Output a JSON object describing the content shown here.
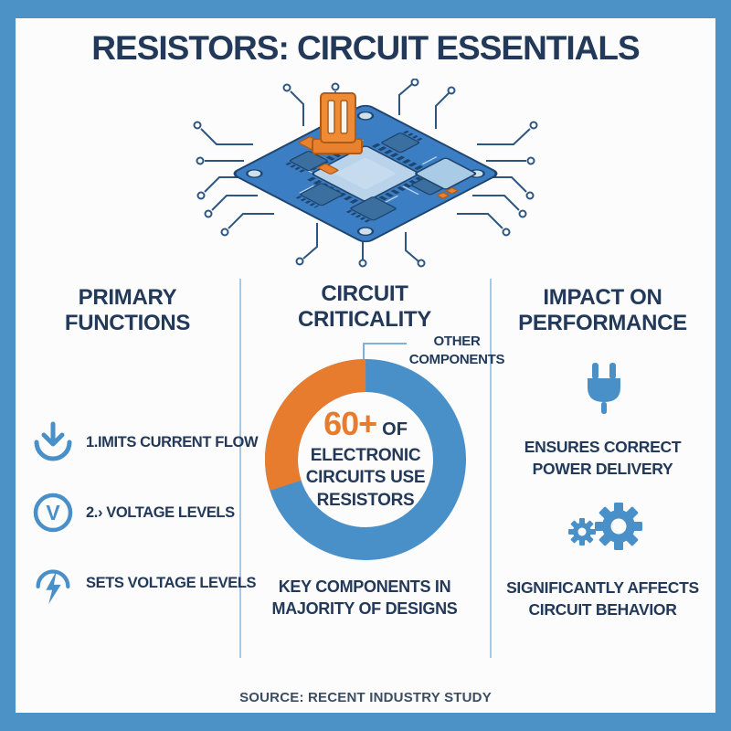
{
  "title": "RESISTORS: CIRCUIT ESSENTIALS",
  "theme": {
    "frame": "#4d92c7",
    "panel": "#fcfcfc",
    "navy": "#22395a",
    "blue": "#4a90c8",
    "orange": "#e87c2e",
    "divider": "#a5c8e4",
    "callout_line": "#7fb0da",
    "footer_text": "#3a4d62"
  },
  "illustration": {
    "name": "isometric-circuit-board",
    "board_color": "#3b7ec4",
    "accent_color": "#e8822f"
  },
  "columns": {
    "primary_functions": {
      "header": "PRIMARY\nFUNCTIONS",
      "items": [
        {
          "icon": "download-arrow-icon",
          "label": "1.IMITS CURRENT FLOW"
        },
        {
          "icon": "voltage-v-icon",
          "icon_glyph": "V",
          "label": "2.› VOLTAGE LEVELS"
        },
        {
          "icon": "lightning-bolt-icon",
          "label": "SETS VOLTAGE LEVELS"
        }
      ]
    },
    "circuit_criticality": {
      "header": "CIRCUIT\nCRITICALITY",
      "callout_label": "OTHER\nCOMPONENTS",
      "center_stat": "60+",
      "center_stat_suffix": "OF",
      "center_lines": "ELECTRONIC\nCIRCUITS USE\nRESISTORS",
      "caption": "KEY COMPONENTS IN\nMAJORITY OF DESIGNS"
    },
    "impact_on_performance": {
      "header": "IMPACT ON\nPERFORMANCE",
      "items": [
        {
          "icon": "power-plug-icon",
          "label": "ENSURES CORRECT\nPOWER DELIVERY"
        },
        {
          "icon": "gears-icon",
          "label": "SIGNIFICANTLY AFFECTS\nCIRCUIT BEHAVIOR"
        }
      ]
    }
  },
  "footer": {
    "source": "SOURCE: RECENT INDUSTRY STUDY"
  },
  "chart_data": {
    "type": "pie",
    "variant": "donut",
    "title": "CIRCUIT CRITICALITY",
    "segments": [
      {
        "label": "Electronic circuits that use resistors",
        "value": 70,
        "color": "#4a90c8"
      },
      {
        "label": "Other components",
        "value": 30,
        "color": "#e87c2e"
      }
    ],
    "center_label": "60+ OF ELECTRONIC CIRCUITS USE RESISTORS",
    "start_angle_deg_from_top": 0,
    "other_sweep_deg_ccw_from_top": 108,
    "legend_position": "callout-top-right"
  }
}
